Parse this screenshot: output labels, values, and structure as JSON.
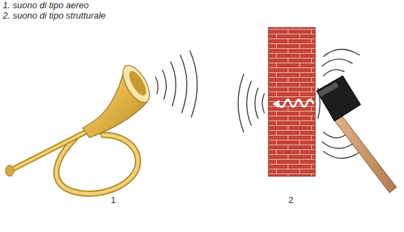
{
  "diagram": {
    "labels": [
      "1. suono di tipo aereo",
      "2. suono di tipo strutturale",
      "1",
      "2"
    ]
  }
}
